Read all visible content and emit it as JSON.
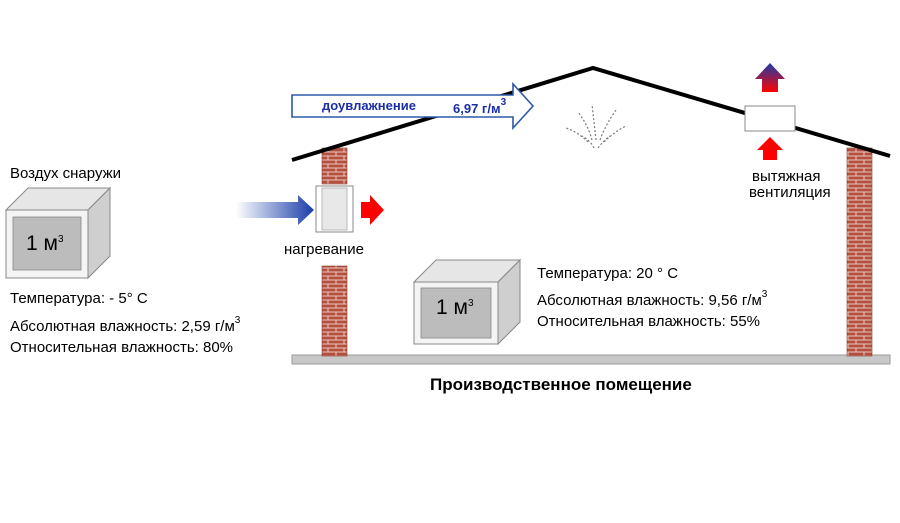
{
  "outside": {
    "title": "Воздух снаружи",
    "cube_label": "1 м",
    "cube_sup": "3",
    "temperature": "Температура:  - 5° С",
    "abs_humidity": "Абсолютная влажность: 2,59 г/м",
    "abs_sup": "3",
    "rel_humidity": "Относительная влажность: 80%"
  },
  "inside": {
    "cube_label": "1 м",
    "cube_sup": "3",
    "temperature": "Температура: 20 ° С",
    "abs_humidity": "Абсолютная влажность: 9,56 г/м",
    "abs_sup": "3",
    "rel_humidity": "Относительная влажность: 55%",
    "room_title": "Производственное помещение"
  },
  "humidification": {
    "label": "доувлажнение",
    "value": "6,97 г/м",
    "value_sup": "3"
  },
  "heating": {
    "label": "нагревание"
  },
  "ventilation": {
    "line1": "вытяжная",
    "line2": "вентиляция"
  },
  "colors": {
    "brick": "#b5503f",
    "mortar": "#e8c9c0",
    "roof": "#000000",
    "floor": "#c8c8c8",
    "arrow_red": "#ff0000",
    "arrow_blue": "#1a3da8",
    "cube_gray": "#bcbcbc"
  }
}
